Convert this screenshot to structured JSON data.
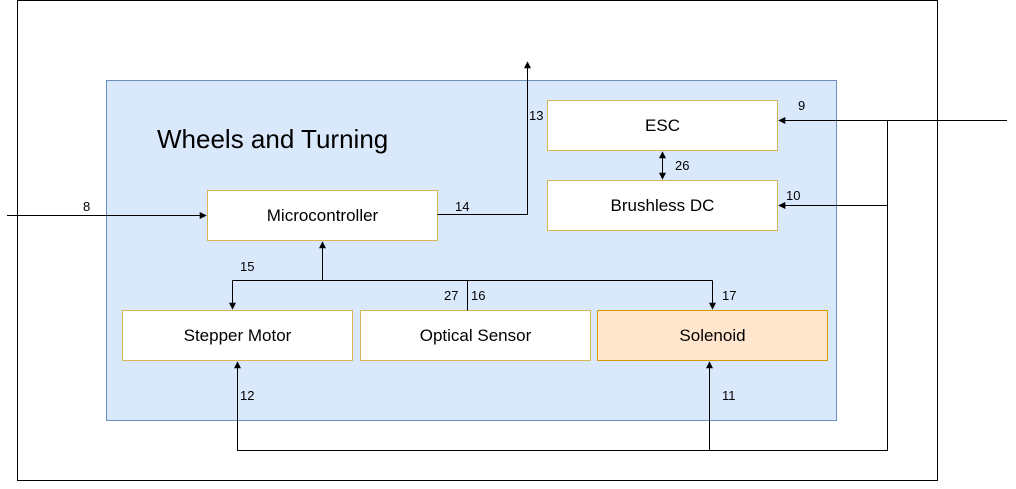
{
  "group": {
    "title": "Wheels and Turning"
  },
  "nodes": {
    "esc": "ESC",
    "brushless_dc": "Brushless DC",
    "microcontroller": "Microcontroller",
    "stepper_motor": "Stepper Motor",
    "optical_sensor": "Optical Sensor",
    "solenoid": "Solenoid"
  },
  "edges": {
    "e8": "8",
    "e9": "9",
    "e10": "10",
    "e11": "11",
    "e12": "12",
    "e13": "13",
    "e14": "14",
    "e15": "15",
    "e16": "16",
    "e17": "17",
    "e26": "26",
    "e27": "27"
  },
  "colors": {
    "group_fill": "#dae8fc",
    "group_border": "#6c8ebf",
    "node_border": "#d6b656",
    "node_fill": "#ffffff",
    "solenoid_fill": "#ffe6cc",
    "solenoid_border": "#d79b00",
    "line": "#000000"
  }
}
